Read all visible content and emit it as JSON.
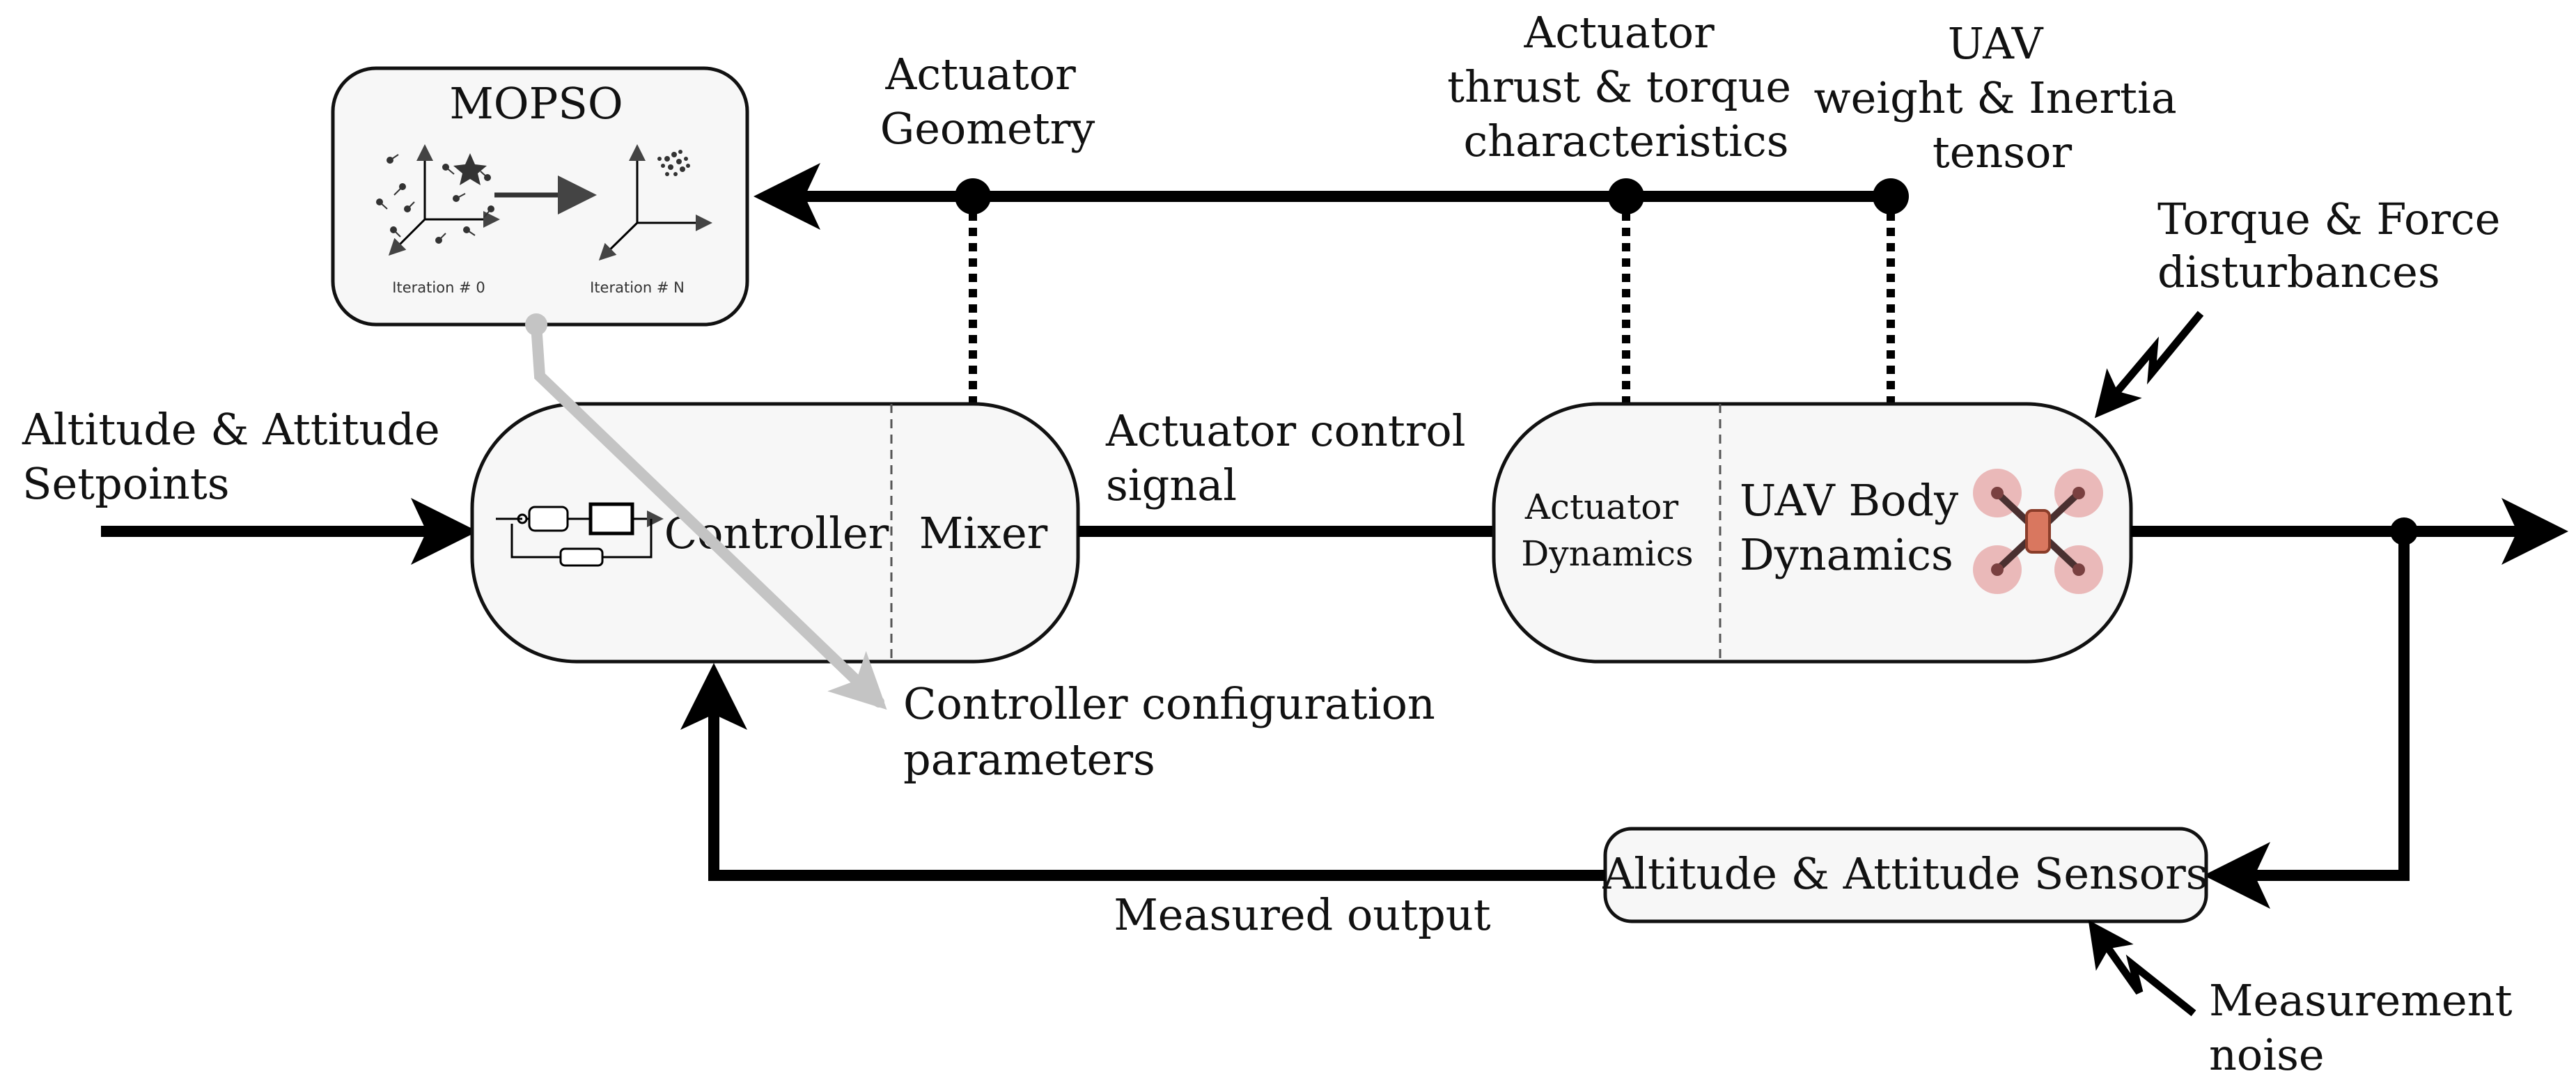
{
  "colors": {
    "line": "#000000",
    "box_fill": "#f7f7f7",
    "parameter_flow_grey": "#c4c4c4",
    "propeller_pink": "#e6a4a4",
    "uav_body_orange": "#d9775f"
  },
  "mopso": {
    "title": "MOPSO",
    "iter_start": "Iteration # 0",
    "iter_end": "Iteration # N"
  },
  "inputs": {
    "setpoints": [
      "Altitude & Attitude",
      "Setpoints"
    ]
  },
  "controller_block": {
    "controller": "Controller",
    "mixer": "Mixer"
  },
  "plant_block": {
    "actuator": [
      "Actuator",
      "Dynamics"
    ],
    "uav_body": [
      "UAV Body",
      "Dynamics"
    ]
  },
  "signals": {
    "actuator_control": [
      "Actuator control",
      "signal"
    ],
    "measured_output": "Measured output",
    "controller_config": [
      "Controller configuration",
      "parameters"
    ]
  },
  "parameters": {
    "actuator_geometry": [
      "Actuator",
      "Geometry"
    ],
    "thrust_torque": [
      "Actuator",
      "thrust & torque",
      "characteristics"
    ],
    "uav_weight": [
      "UAV",
      "weight & Inertia",
      "tensor"
    ]
  },
  "disturbances": {
    "torque_force": [
      "Torque & Force",
      "disturbances"
    ],
    "measurement_noise": [
      "Measurement",
      "noise"
    ]
  },
  "sensors": {
    "label": "Altitude & Attitude Sensors"
  },
  "icons": [
    "controller-loop-icon",
    "quadcopter-icon",
    "particle-swarm-icon",
    "lightning-icon"
  ]
}
